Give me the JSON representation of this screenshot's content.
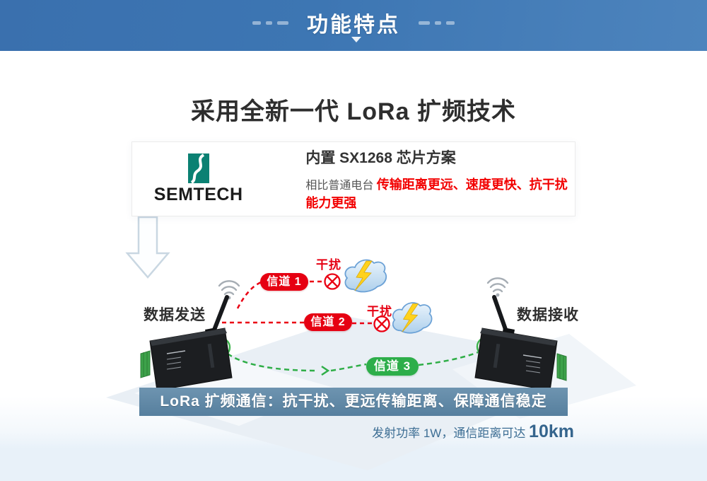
{
  "header": {
    "title": "功能特点"
  },
  "section": {
    "title": "采用全新一代 LoRa 扩频技术"
  },
  "chip_card": {
    "brand": "SEMTECH",
    "headline": "内置 SX1268 芯片方案",
    "compare_prefix": "相比普通电台 ",
    "compare_highlight": "传输距离更远、速度更快、抗干扰能力更强"
  },
  "diagram": {
    "sender_label": "数据发送",
    "receiver_label": "数据接收",
    "channels": [
      {
        "label": "信道 1",
        "status": "blocked",
        "interference_label": "干扰"
      },
      {
        "label": "信道 2",
        "status": "blocked",
        "interference_label": "干扰"
      },
      {
        "label": "信道 3",
        "status": "ok"
      }
    ],
    "caption": "LoRa 扩频通信：抗干扰、更远传输距离、保障通信稳定"
  },
  "footer": {
    "note_prefix": "发射功率 1W，通信距离可达 ",
    "note_value": "10km"
  },
  "icons": {
    "brand_mark": "semtech-logo-icon",
    "down_arrow": "down-arrow-icon",
    "chevron": "chevron-down-icon",
    "wifi": "wifi-signal-icon",
    "cloud_lightning": "storm-cloud-icon",
    "blocked": "crossed-circle-icon",
    "ok": "check-circle-icon"
  },
  "colors": {
    "header_blue": "#3d76b3",
    "alert_red": "#e60012",
    "success_green": "#2fae47",
    "caption_blue": "#5e87a5",
    "note_blue": "#3d6e94",
    "brand_teal": "#0b8173",
    "footer_bg": "#e8f1f9"
  }
}
